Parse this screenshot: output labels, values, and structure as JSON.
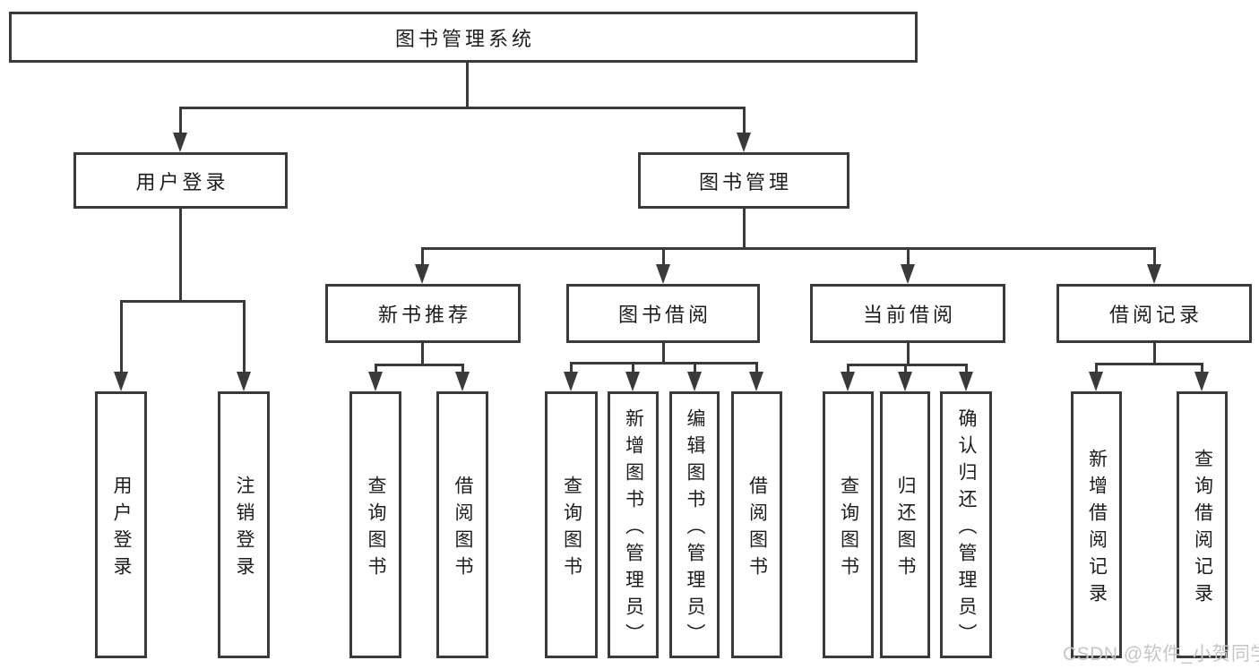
{
  "root": {
    "label": "图书管理系统"
  },
  "branches": [
    {
      "label": "用户登录",
      "leaves": [
        "用户登录",
        "注销登录"
      ]
    },
    {
      "label": "图书管理",
      "groups": [
        {
          "label": "新书推荐",
          "leaves": [
            "查询图书",
            "借阅图书"
          ]
        },
        {
          "label": "图书借阅",
          "leaves": [
            "查询图书",
            "新增图书（管理员）",
            "编辑图书（管理员）",
            "借阅图书"
          ]
        },
        {
          "label": "当前借阅",
          "leaves": [
            "查询图书",
            "归还图书",
            "确认归还（管理员）"
          ]
        },
        {
          "label": "借阅记录",
          "leaves": [
            "新增借阅记录",
            "查询借阅记录"
          ]
        }
      ]
    }
  ],
  "watermark": "CSDN @软件_小贺同学",
  "colors": {
    "line": "#3a3a3a",
    "text": "#1d1d1d",
    "watermark": "#c6c6c6",
    "background": "#ffffff"
  }
}
